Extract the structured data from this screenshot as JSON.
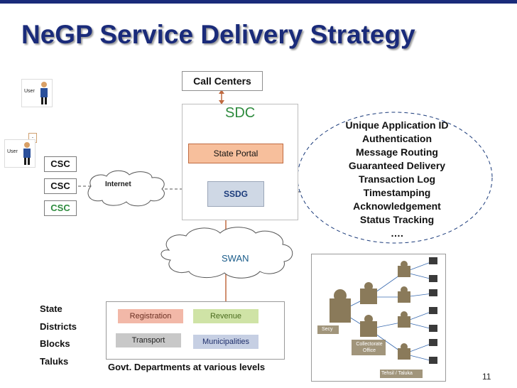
{
  "slide": {
    "title": "NeGP Service Delivery Strategy",
    "page_number": "11"
  },
  "call_centers": {
    "label": "Call Centers"
  },
  "sdc": {
    "label": "SDC",
    "state_portal": "State Portal",
    "ssdg": "SSDG"
  },
  "users": [
    {
      "label": "User"
    },
    {
      "label": "User"
    }
  ],
  "csc_items": [
    {
      "label": "CSC",
      "color": "#111111"
    },
    {
      "label": "CSC",
      "color": "#111111"
    },
    {
      "label": "CSC",
      "color": "#2e8b3e"
    }
  ],
  "internet": {
    "label": "Internet"
  },
  "swan": {
    "label": "SWAN"
  },
  "services": [
    "Unique Application ID",
    "Authentication",
    "Message Routing",
    "Guaranteed Delivery",
    "Transaction Log",
    "Timestamping",
    "Acknowledgement",
    "Status Tracking",
    "…."
  ],
  "levels": [
    "State",
    "Districts",
    "Blocks",
    "Taluks"
  ],
  "departments": {
    "items": [
      {
        "label": "Registration",
        "bg": "#f2b8a8",
        "color": "#6b2f22"
      },
      {
        "label": "Revenue",
        "bg": "#cfe3a6",
        "color": "#4a6b1e"
      },
      {
        "label": "Transport",
        "bg": "#c8c8c8",
        "color": "#222222"
      },
      {
        "label": "Municipalities",
        "bg": "#c6cfe3",
        "color": "#1e2e6b"
      }
    ],
    "caption": "Govt. Departments at various levels"
  },
  "hierarchy": {
    "labels": [
      "Secy",
      "Collectorate Office",
      "Tehsil / Taluka"
    ]
  },
  "colors": {
    "title": "#1a2b7a",
    "accent_green": "#2e8b3e",
    "portal": "#f7bf9c",
    "ssdg": "#cfd8e5",
    "dashed": "#555555"
  }
}
